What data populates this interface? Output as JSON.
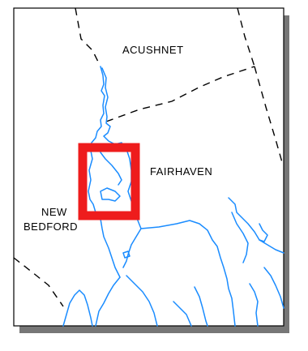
{
  "map": {
    "labels": {
      "acushnet": "ACUSHNET",
      "fairhaven": "FAIRHAVEN",
      "new_bedford_line1": "NEW",
      "new_bedford_line2": "BEDFORD"
    },
    "colors": {
      "water": "#1a8cff",
      "boundary": "#000000",
      "highlight": "#ee1c1c",
      "shadow": "#777777",
      "background": "#ffffff"
    }
  }
}
